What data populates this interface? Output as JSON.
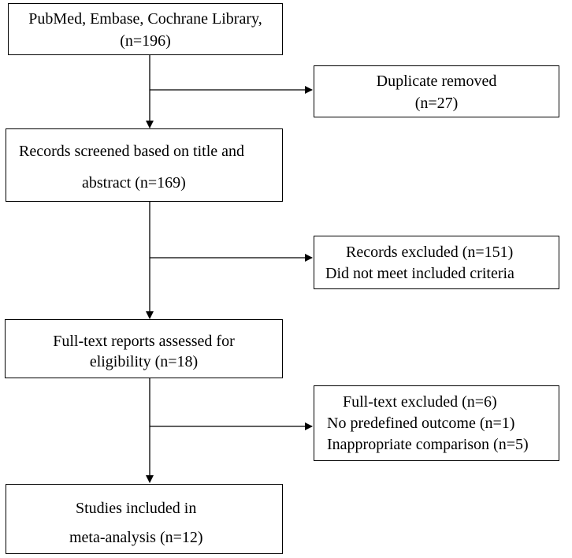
{
  "boxes": {
    "sources": {
      "line1": "PubMed, Embase, Cochrane Library,",
      "line2": "(n=196)"
    },
    "duplicates": {
      "line1": "Duplicate removed",
      "line2": "(n=27)"
    },
    "screened": {
      "line1": "Records screened based on title and",
      "line2": "abstract  (n=169)"
    },
    "excluded_records": {
      "line1": "Records excluded (n=151)",
      "line2": "Did not meet included criteria"
    },
    "fulltext": {
      "line1": "Full-text reports assessed for",
      "line2": "eligibility (n=18)"
    },
    "excluded_fulltext": {
      "line1": "Full-text excluded  (n=6)",
      "line2": "No predefined outcome (n=1)",
      "line3": "Inappropriate comparison (n=5)"
    },
    "included": {
      "line1": "Studies included in",
      "line2": "meta-analysis (n=12)"
    }
  }
}
